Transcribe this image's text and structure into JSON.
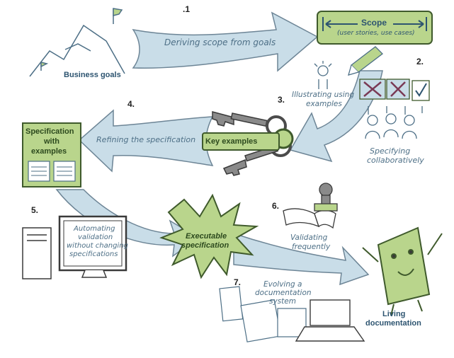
{
  "colors": {
    "arrow_fill": "#c9dde8",
    "arrow_stroke": "#6d8596",
    "green_fill": "#b9d58c",
    "green_stroke": "#3f5a2c",
    "text": "#4d6f86"
  },
  "steps": {
    "s1": {
      "number": ".1",
      "label": "Deriving scope from goals"
    },
    "s2": {
      "number": "2.",
      "label_line1": "Specifying",
      "label_line2": "collaboratively"
    },
    "s3": {
      "number": "3.",
      "label_line1": "Illustrating using",
      "label_line2": "examples"
    },
    "s4": {
      "number": "4.",
      "label": "Refining the specification"
    },
    "s5": {
      "number": "5.",
      "label_line1": "Automating",
      "label_line2": "validation",
      "label_line3": "without changing",
      "label_line4": "specifications"
    },
    "s6": {
      "number": "6.",
      "label_line1": "Validating",
      "label_line2": "frequently"
    },
    "s7": {
      "number": "7.",
      "label_line1": "Evolving a",
      "label_line2": "documentation",
      "label_line3": "system"
    }
  },
  "nodes": {
    "business_goals": "Business goals",
    "scope_title": "Scope",
    "scope_sub": "(user stories, use cases)",
    "key_examples": "Key examples",
    "spec_line1": "Specification",
    "spec_line2": "with",
    "spec_line3": "examples",
    "exec_line1": "Executable",
    "exec_line2": "specification",
    "living_line1": "Living",
    "living_line2": "documentation"
  },
  "icons": [
    "mountain-flag-icon",
    "key-icon",
    "computer-icon",
    "stamp-icon",
    "document-mascot-icon",
    "people-icon",
    "lightbulb-icon"
  ]
}
